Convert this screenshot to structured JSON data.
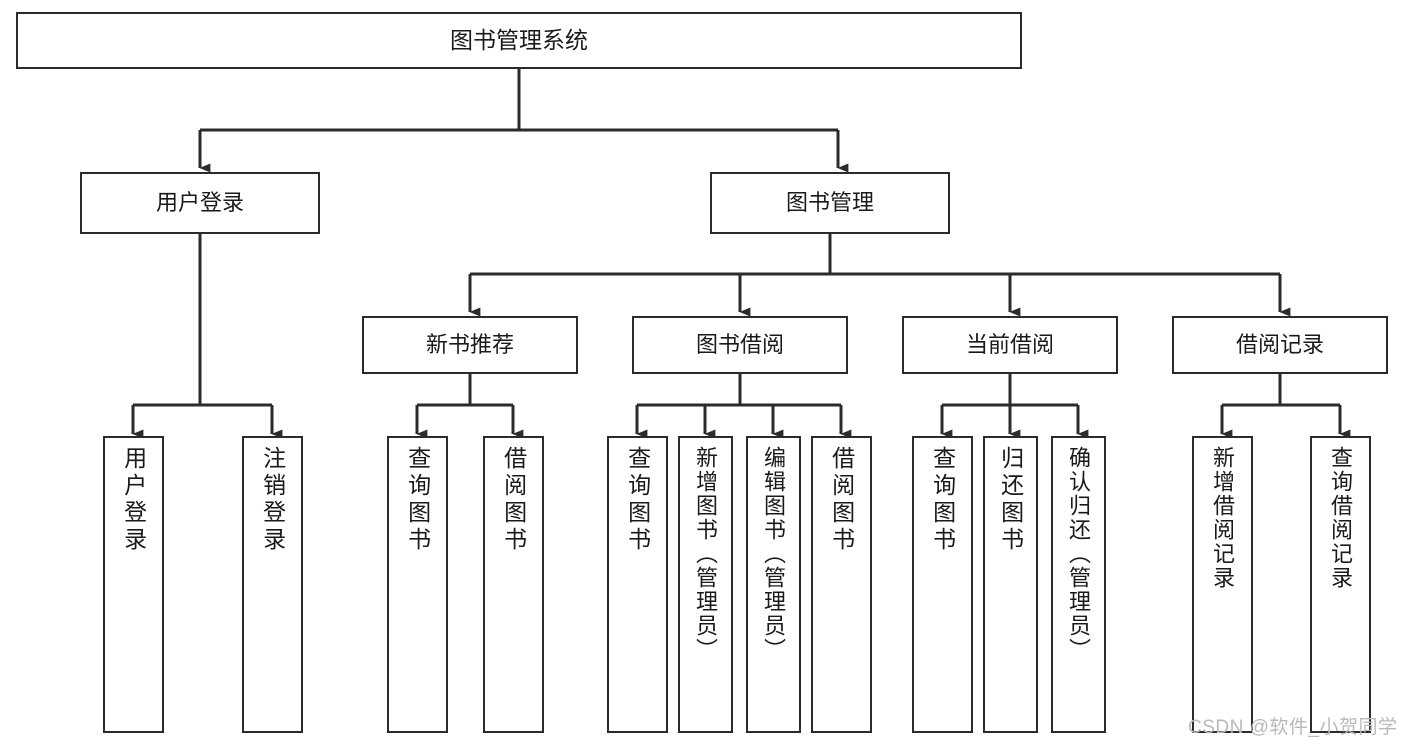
{
  "diagram": {
    "type": "tree-hierarchy-functional-decomposition",
    "root": {
      "label": "图书管理系统"
    },
    "level2": [
      {
        "label": "用户登录"
      },
      {
        "label": "图书管理"
      }
    ],
    "level3": [
      {
        "label": "新书推荐"
      },
      {
        "label": "图书借阅"
      },
      {
        "label": "当前借阅"
      },
      {
        "label": "借阅记录"
      }
    ],
    "leaves": {
      "user_login": [
        {
          "label": "用户登录"
        },
        {
          "label": "注销登录"
        }
      ],
      "new_book_recommend": [
        {
          "label": "查询图书"
        },
        {
          "label": "借阅图书"
        }
      ],
      "book_borrow": [
        {
          "label": "查询图书"
        },
        {
          "label": "新增图书（管理员）"
        },
        {
          "label": "编辑图书（管理员）"
        },
        {
          "label": "借阅图书"
        }
      ],
      "current_borrow": [
        {
          "label": "查询图书"
        },
        {
          "label": "归还图书"
        },
        {
          "label": "确认归还（管理员）"
        }
      ],
      "borrow_record": [
        {
          "label": "新增借阅记录"
        },
        {
          "label": "查询借阅记录"
        }
      ]
    }
  },
  "watermark": {
    "text": "CSDN @软件_小贺同学"
  },
  "colors": {
    "stroke": "#2b2b2b",
    "background": "#ffffff",
    "text": "#1a1a1a",
    "watermark": "#b9b9b9"
  }
}
